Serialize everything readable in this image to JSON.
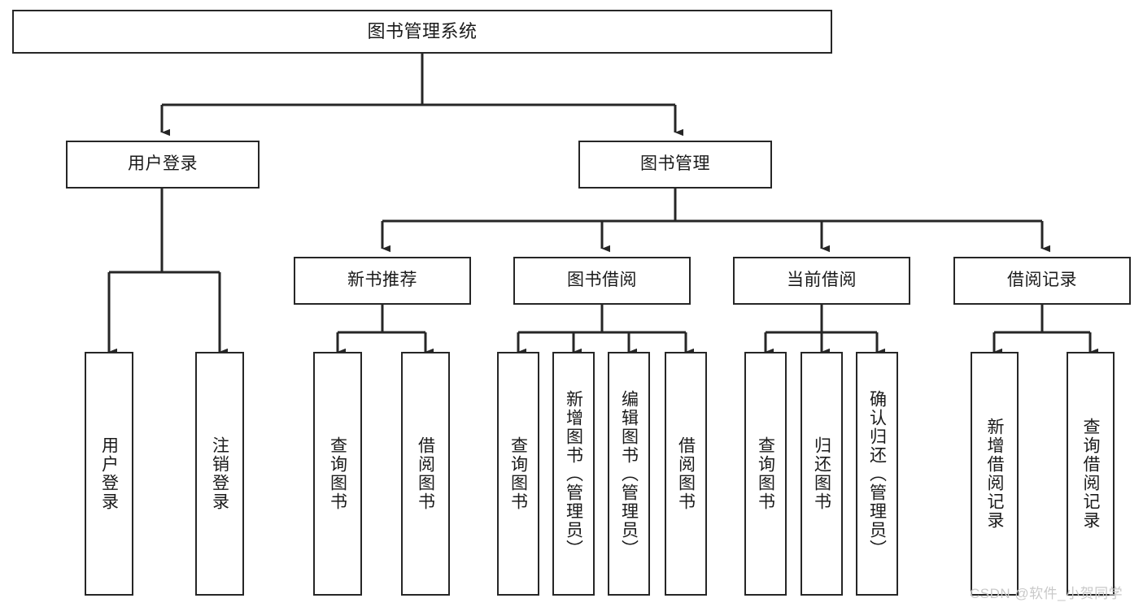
{
  "diagram": {
    "title": "图书管理系统",
    "type": "hierarchy-tree",
    "watermark": "CSDN @软件_小贺同学",
    "colors": {
      "background": "#ffffff",
      "box_border": "#262626",
      "box_fill": "#ffffff",
      "connector": "#262626",
      "text": "#1a1a1a",
      "watermark": "#c9c9c9"
    }
  },
  "nodes": {
    "root": {
      "label": "图书管理系统"
    },
    "level1": [
      {
        "label": "用户登录"
      },
      {
        "label": "图书管理"
      }
    ],
    "level2": [
      {
        "label": "新书推荐"
      },
      {
        "label": "图书借阅"
      },
      {
        "label": "当前借阅"
      },
      {
        "label": "借阅记录"
      }
    ],
    "leaves": {
      "user_login": [
        {
          "label": "用户登录"
        },
        {
          "label": "注销登录"
        }
      ],
      "new_book": [
        {
          "label": "查询图书"
        },
        {
          "label": "借阅图书"
        }
      ],
      "book_borrow": [
        {
          "label": "查询图书"
        },
        {
          "label": "新增图书（管理员）"
        },
        {
          "label": "编辑图书（管理员）"
        },
        {
          "label": "借阅图书"
        }
      ],
      "current_borrow": [
        {
          "label": "查询图书"
        },
        {
          "label": "归还图书"
        },
        {
          "label": "确认归还（管理员）"
        }
      ],
      "borrow_record": [
        {
          "label": "新增借阅记录"
        },
        {
          "label": "查询借阅记录"
        }
      ]
    }
  }
}
